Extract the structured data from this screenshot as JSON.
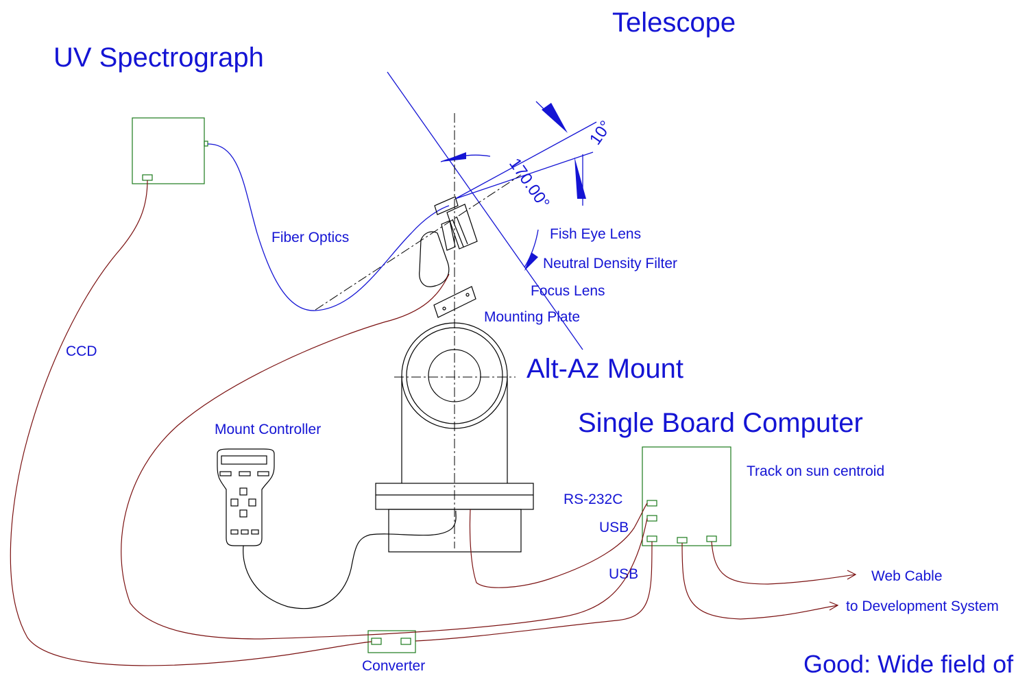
{
  "colors": {
    "label": "#1414d4",
    "spectrograph_box": "#1a7a1a",
    "cable_red": "#7a1010",
    "black": "#000000",
    "angle_line": "#1414d4"
  },
  "titles": {
    "telescope": "Telescope",
    "uv_spectrograph": "UV Spectrograph",
    "alt_az_mount": "Alt-Az Mount",
    "single_board_computer": "Single Board Computer",
    "good_note": "Good:  Wide field of"
  },
  "labels": {
    "fiber_optics": "Fiber Optics",
    "ccd": "CCD",
    "fish_eye_lens": "Fish Eye Lens",
    "neutral_density_filter": "Neutral Density Filter",
    "focus_lens": "Focus Lens",
    "mounting_plate": "Mounting Plate",
    "mount_controller": "Mount Controller",
    "track_on_sun": "Track on sun centroid",
    "rs232c": "RS-232C",
    "usb_1": "USB",
    "usb_2": "USB",
    "web_cable": "Web Cable",
    "to_dev_system": "to Development System",
    "converter": "Converter"
  },
  "dimensions": {
    "angle_10": "10°",
    "angle_170": "170.00°"
  }
}
